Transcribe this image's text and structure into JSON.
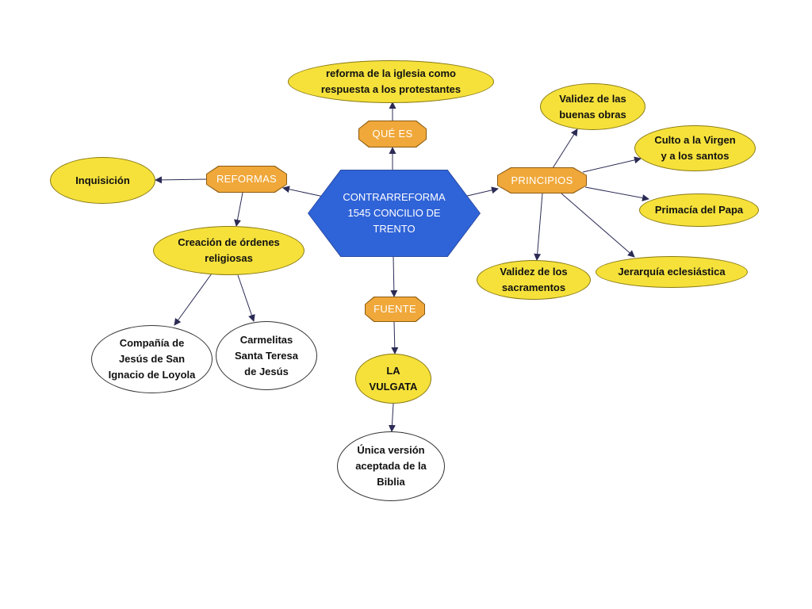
{
  "center": {
    "lines": [
      "CONTRARREFORMA",
      "1545 CONCILIO DE",
      "TRENTO"
    ]
  },
  "categories": {
    "que_es": "QUÉ ES",
    "reformas": "REFORMAS",
    "principios": "PRINCIPIOS",
    "fuente": "FUENTE"
  },
  "que_es": {
    "definicion": [
      "reforma de la iglesia como",
      "respuesta a los protestantes"
    ]
  },
  "reformas": {
    "inquisicion": [
      "Inquisición"
    ],
    "ordenes": [
      "Creación de órdenes",
      "religiosas"
    ],
    "compania": [
      "Compañía de",
      "Jesús de San",
      "Ignacio de Loyola"
    ],
    "carmelitas": [
      "Carmelitas",
      "Santa Teresa",
      "de Jesús"
    ]
  },
  "principios": {
    "obras": [
      "Validez de las",
      "buenas obras"
    ],
    "culto": [
      "Culto a la Virgen",
      "y a los santos"
    ],
    "papa": [
      "Primacía del Papa"
    ],
    "jerarquia": [
      "Jerarquía eclesiástica"
    ],
    "sacramentos": [
      "Validez de los",
      "sacramentos"
    ]
  },
  "fuente": {
    "vulgata": [
      "LA",
      "VULGATA"
    ],
    "version": [
      "Única versión",
      "aceptada de la",
      "Biblia"
    ]
  },
  "colors": {
    "center_fill": "#2f63d8",
    "category_fill": "#f0a83a",
    "concept_fill": "#f5e13a",
    "leaf_fill": "#ffffff",
    "connector": "#2b2b55"
  }
}
